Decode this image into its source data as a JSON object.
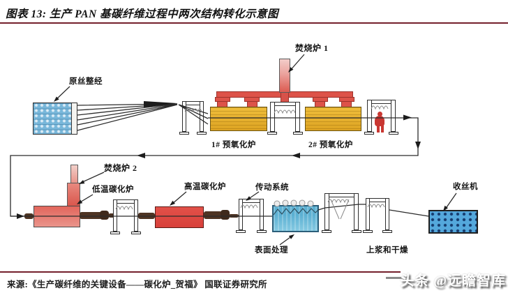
{
  "header": {
    "figure_title": "图表 13: 生产 PAN 基碳纤维过程中两次结构转化示意图"
  },
  "diagram": {
    "labels": {
      "creel": "原丝整经",
      "incinerator_1": "焚烧炉 1",
      "preox_1": "1# 预氧化炉",
      "preox_2": "2# 预氧化炉",
      "incinerator_2": "焚烧炉 2",
      "low_temp_furnace": "低温碳化炉",
      "high_temp_furnace": "高温碳化炉",
      "drive_system": "传动系统",
      "surface_treatment": "表面处理",
      "sizing_drying": "上浆和干燥",
      "winder": "收丝机"
    },
    "colors": {
      "rule_maroon": "#74202c",
      "furnace_yellow": "#e2ac2e",
      "pipe_red": "#dd5349",
      "carbonization_red": "#df5a52",
      "tank_blue": "#66b6d8",
      "winder_blue": "#54a8dc",
      "creel_blue": "#78b7da",
      "worker_red": "#c93732"
    }
  },
  "footer": {
    "source": "来源:《生产碳纤维的关键设备——碳化炉_贺福》 国联证券研究所",
    "watermark": "头条 @远瞻智库"
  }
}
